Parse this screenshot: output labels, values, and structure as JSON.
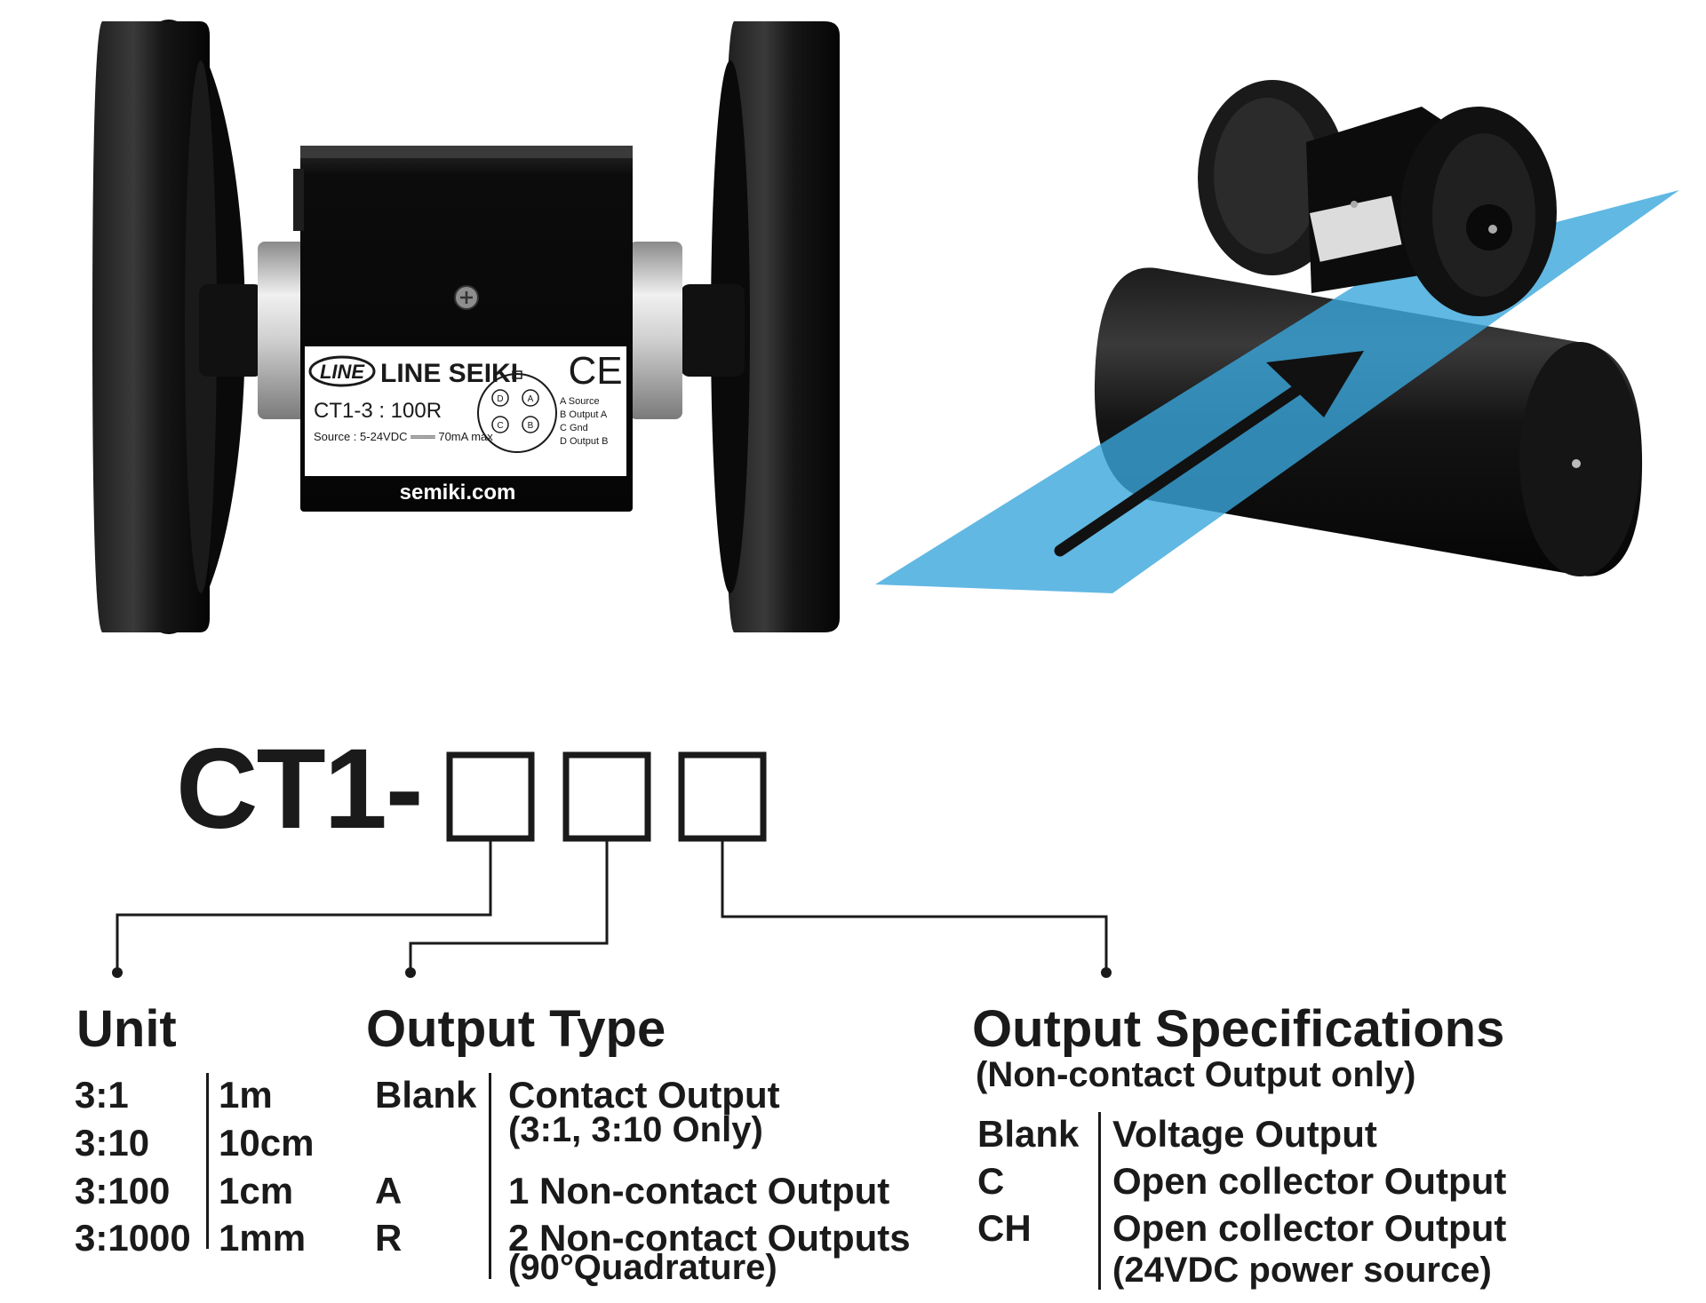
{
  "product_label": {
    "brand": "LINE SEIKI",
    "logo": "LINE",
    "model": "CT1-3 : 100R",
    "source_spec": "Source : 5-24VDC ═══ 70mA max",
    "ce_mark": "CE",
    "pins": [
      "A",
      "B",
      "C",
      "D"
    ],
    "pin_legend": [
      "A Source",
      "B Output A",
      "C Gnd",
      "D Output B"
    ],
    "website": "semiki.com"
  },
  "model_code": {
    "prefix": "CT1-",
    "box_count": 3
  },
  "unit": {
    "title": "Unit",
    "rows": [
      {
        "code": "3:1",
        "value": "1m"
      },
      {
        "code": "3:10",
        "value": "10cm"
      },
      {
        "code": "3:100",
        "value": "1cm"
      },
      {
        "code": "3:1000",
        "value": "1mm"
      }
    ]
  },
  "output_type": {
    "title": "Output Type",
    "rows": [
      {
        "code": "Blank",
        "desc": "Contact Output",
        "note": "(3:1, 3:10 Only)"
      },
      {
        "code": "A",
        "desc": "1 Non-contact Output",
        "note": ""
      },
      {
        "code": "R",
        "desc": "2 Non-contact Outputs",
        "note": "(90°Quadrature)"
      }
    ]
  },
  "output_specs": {
    "title": "Output Specifications",
    "subtitle": "(Non-contact Output only)",
    "rows": [
      {
        "code": "Blank",
        "desc": "Voltage Output",
        "note": ""
      },
      {
        "code": "C",
        "desc": "Open collector Output",
        "note": ""
      },
      {
        "code": "CH",
        "desc": "Open collector Output",
        "note": "(24VDC power source)"
      }
    ]
  },
  "colors": {
    "ink": "#1a1a1a",
    "wheel": "#111111",
    "housing": "#0d0d0d",
    "shaft": "#c8c8c8",
    "belt": "#3aa6dc"
  }
}
